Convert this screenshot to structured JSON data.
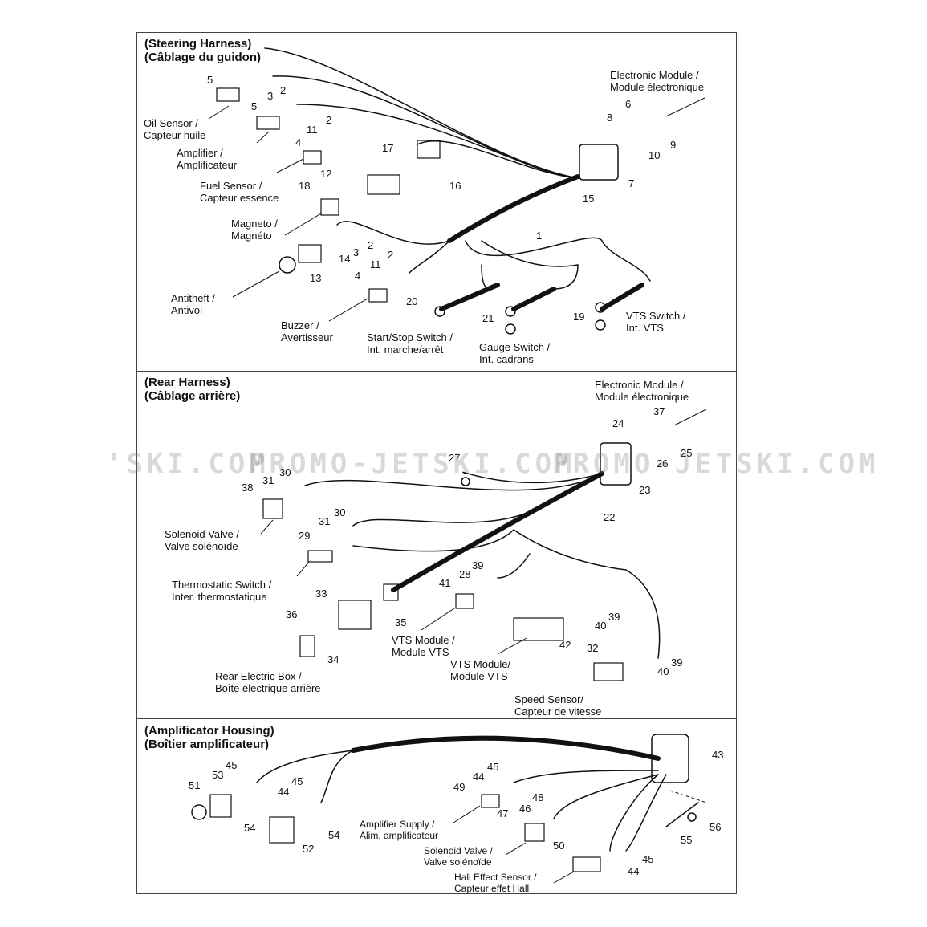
{
  "sections": [
    {
      "title_en": "(Steering Harness)",
      "title_fr": "(Câblage du guidon)"
    },
    {
      "title_en": "(Rear Harness)",
      "title_fr": "(Câblage arrière)"
    },
    {
      "title_en": "(Amplificator Housing)",
      "title_fr": "(Boîtier amplificateur)"
    }
  ],
  "labels": [
    {
      "en": "Electronic Module /",
      "fr": "Module électronique"
    },
    {
      "en": "Oil Sensor /",
      "fr": "Capteur huile"
    },
    {
      "en": "Amplifier /",
      "fr": "Amplificateur"
    },
    {
      "en": "Fuel Sensor /",
      "fr": "Capteur essence"
    },
    {
      "en": "Magneto /",
      "fr": "Magnéto"
    },
    {
      "en": "Antitheft /",
      "fr": "Antivol"
    },
    {
      "en": "Buzzer /",
      "fr": "Avertisseur"
    },
    {
      "en": "Start/Stop Switch /",
      "fr": "Int. marche/arrêt"
    },
    {
      "en": "Gauge Switch /",
      "fr": "Int. cadrans"
    },
    {
      "en": "VTS Switch /",
      "fr": "Int. VTS"
    },
    {
      "en": "Electronic Module /",
      "fr": "Module électronique"
    },
    {
      "en": "Solenoid Valve /",
      "fr": "Valve solénoïde"
    },
    {
      "en": "Thermostatic Switch /",
      "fr": "Inter. thermostatique"
    },
    {
      "en": "Rear Electric Box /",
      "fr": "Boîte électrique arrière"
    },
    {
      "en": "VTS Module /",
      "fr": "Module VTS"
    },
    {
      "en": "VTS Module/",
      "fr": "Module VTS"
    },
    {
      "en": "Speed Sensor/",
      "fr": "Capteur de vitesse"
    },
    {
      "en": "Amplifier Supply /",
      "fr": "Alim. amplificateur"
    },
    {
      "en": "Solenoid Valve /",
      "fr": "Valve solénoïde"
    },
    {
      "en": "Hall Effect Sensor /",
      "fr": "Capteur effet Hall"
    }
  ],
  "part_numbers": [
    "5",
    "2",
    "3",
    "5",
    "6",
    "8",
    "10",
    "9",
    "11",
    "2",
    "4",
    "17",
    "16",
    "7",
    "15",
    "12",
    "18",
    "1",
    "2",
    "3",
    "14",
    "2",
    "11",
    "13",
    "4",
    "20",
    "21",
    "19",
    "37",
    "24",
    "25",
    "26",
    "27",
    "23",
    "22",
    "30",
    "31",
    "38",
    "30",
    "31",
    "29",
    "39",
    "28",
    "41",
    "33",
    "36",
    "35",
    "40",
    "39",
    "42",
    "34",
    "32",
    "39",
    "40",
    "43",
    "45",
    "53",
    "51",
    "45",
    "44",
    "54",
    "52",
    "54",
    "45",
    "44",
    "49",
    "48",
    "46",
    "47",
    "56",
    "55",
    "50",
    "45",
    "44"
  ],
  "watermark": [
    "'SKI.COM",
    "PROMO-JETSKI.COM",
    "PROMO-JETSKI.COM"
  ]
}
